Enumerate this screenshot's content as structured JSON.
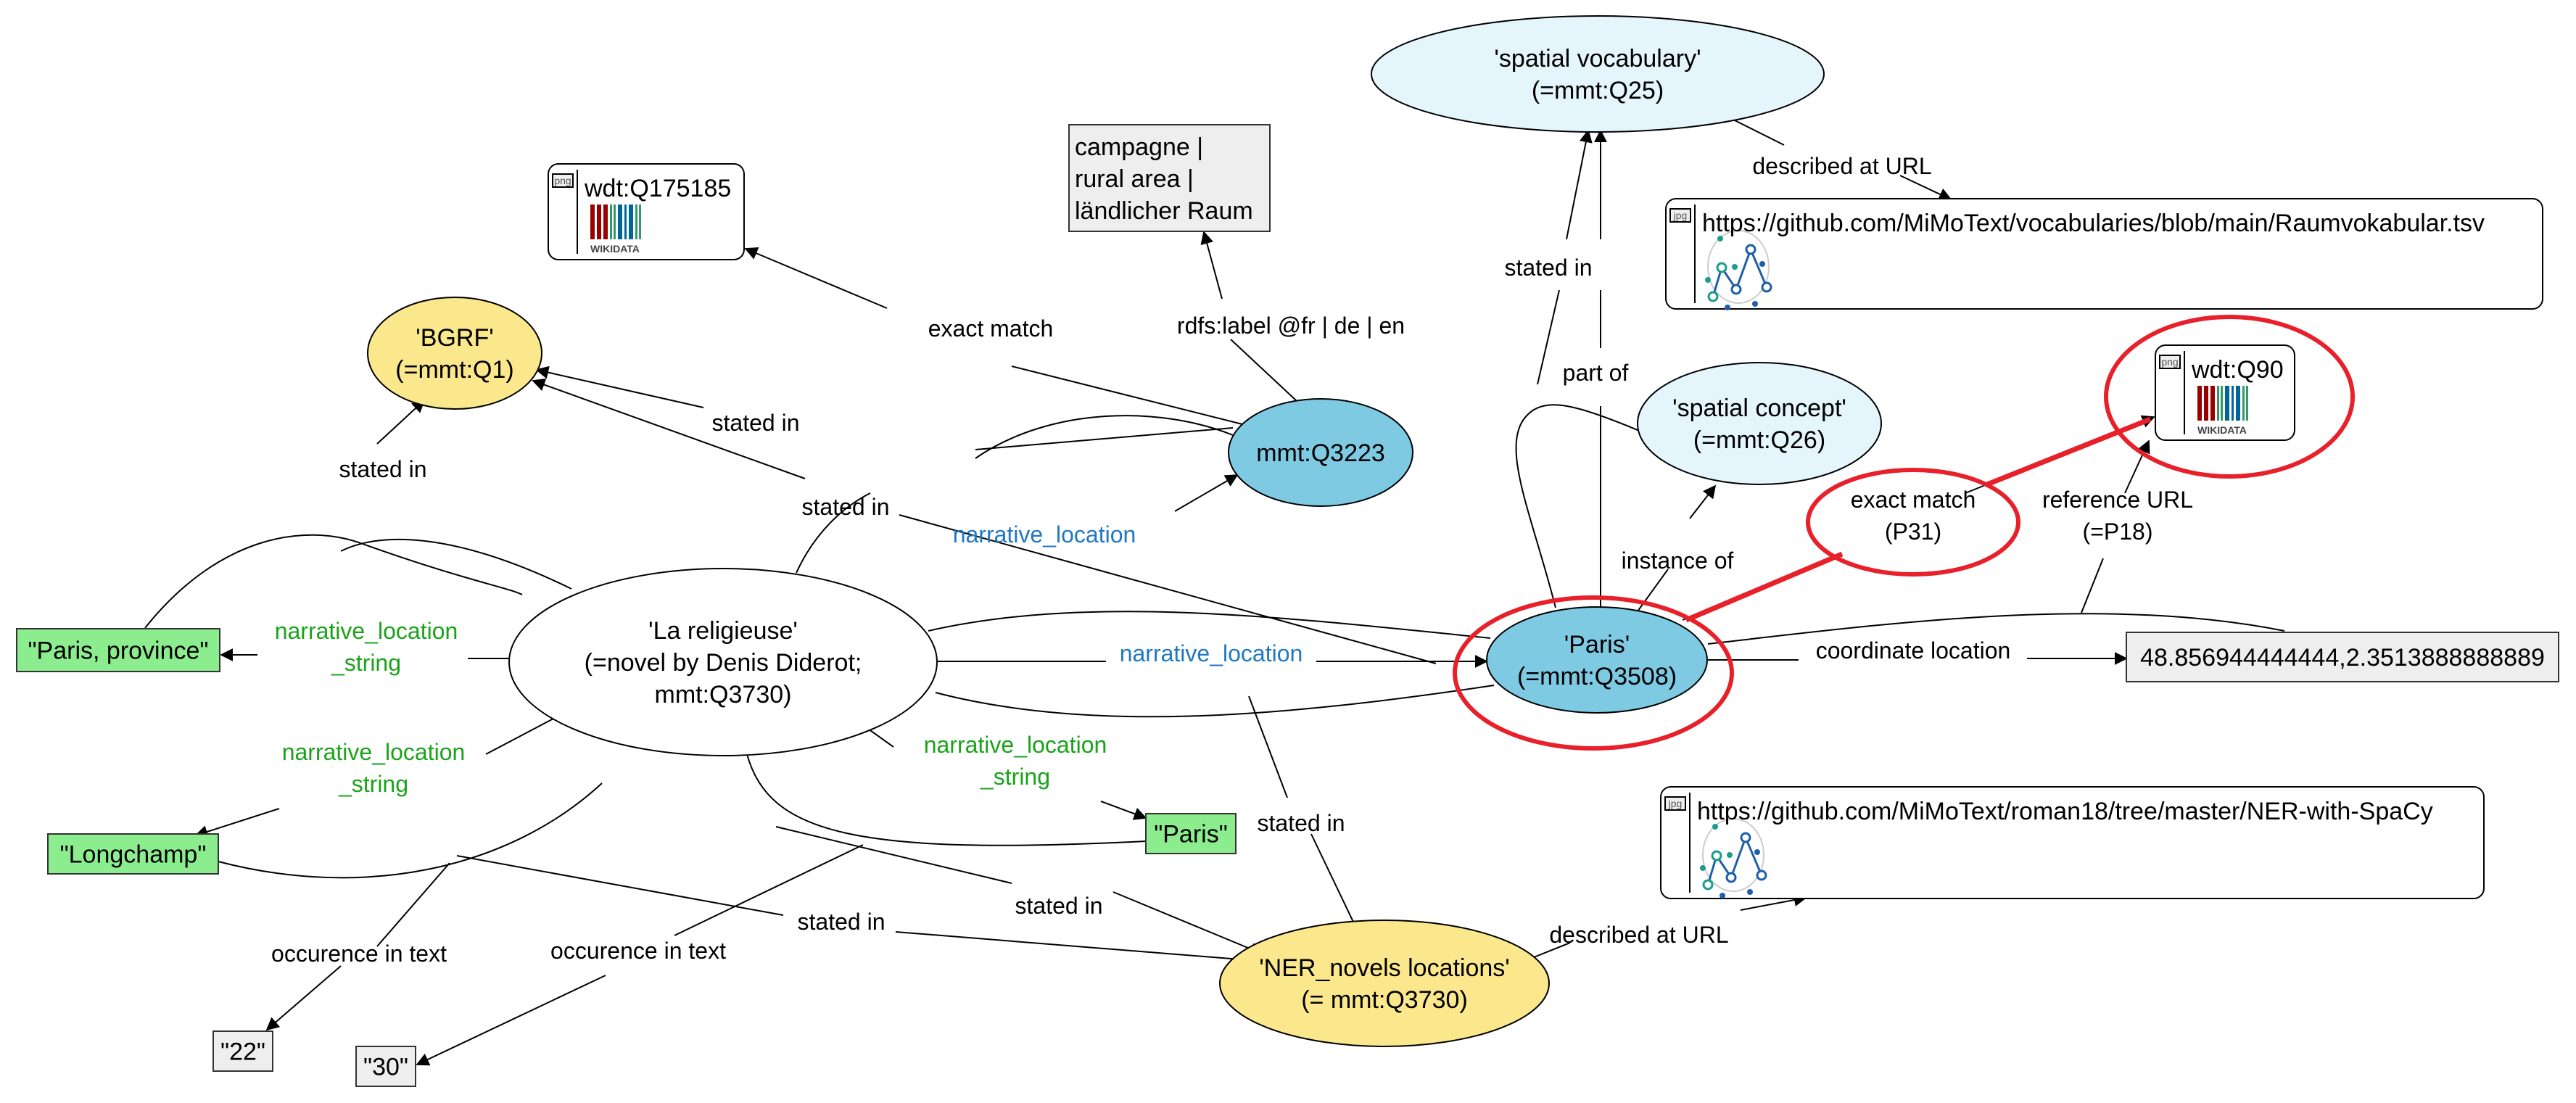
{
  "diagram": {
    "title": "La religieuse narrative location graph",
    "colors": {
      "yellow_node": "#fbe78c",
      "blue_node": "#7ecae3",
      "light_blue_node": "#e4f5fc",
      "white_node": "#ffffff",
      "string_literal": "#8ced8e",
      "plain_literal": "#eeeeee",
      "highlight_red": "#e8202a",
      "edge_blue_label": "#1f78c1",
      "edge_green_label": "#1aa31a",
      "wikidata_red": "#990000",
      "wikidata_green": "#339966",
      "wikidata_blue": "#006699"
    },
    "nodes": [
      {
        "id": "bgrf",
        "type": "ellipse",
        "style": "yellow_node",
        "lines": [
          "'BGRF'",
          "(=mmt:Q1)"
        ]
      },
      {
        "id": "la_religieuse",
        "type": "ellipse",
        "style": "white_node",
        "lines": [
          "'La religieuse'",
          "(=novel by Denis Diderot;",
          "mmt:Q3730)"
        ]
      },
      {
        "id": "mmt_q3223",
        "type": "ellipse",
        "style": "blue_node",
        "lines": [
          "mmt:Q3223"
        ]
      },
      {
        "id": "spatial_vocabulary",
        "type": "ellipse",
        "style": "light_blue_node",
        "lines": [
          "'spatial vocabulary'",
          "(=mmt:Q25)"
        ]
      },
      {
        "id": "spatial_concept",
        "type": "ellipse",
        "style": "light_blue_node",
        "lines": [
          "'spatial concept'",
          "(=mmt:Q26)"
        ]
      },
      {
        "id": "paris",
        "type": "ellipse",
        "style": "blue_node",
        "lines": [
          "'Paris'",
          "(=mmt:Q3508)"
        ],
        "highlighted": true
      },
      {
        "id": "ner_novels",
        "type": "ellipse",
        "style": "yellow_node",
        "lines": [
          "'NER_novels locations'",
          "(= mmt:Q3730)"
        ]
      },
      {
        "id": "paris_province",
        "type": "box",
        "style": "string_literal",
        "lines": [
          "\"Paris, province\""
        ]
      },
      {
        "id": "longchamp",
        "type": "box",
        "style": "string_literal",
        "lines": [
          "\"Longchamp\""
        ]
      },
      {
        "id": "paris_string",
        "type": "box",
        "style": "string_literal",
        "lines": [
          "\"Paris\""
        ]
      },
      {
        "id": "n22",
        "type": "box",
        "style": "plain_literal",
        "lines": [
          "\"22\""
        ]
      },
      {
        "id": "n30",
        "type": "box",
        "style": "plain_literal",
        "lines": [
          "\"30\""
        ]
      },
      {
        "id": "campagne",
        "type": "box",
        "style": "plain_literal",
        "lines": [
          "campagne |",
          "rural area |",
          "ländlicher Raum"
        ]
      },
      {
        "id": "coordinates",
        "type": "box",
        "style": "plain_literal",
        "lines": [
          "48.856944444444,2.3513888888889"
        ]
      },
      {
        "id": "wdt_q175185",
        "type": "image-box",
        "image_tag": "png",
        "image": "wikidata-logo",
        "image_caption": "WIKIDATA",
        "lines": [
          "wdt:Q175185"
        ]
      },
      {
        "id": "wdt_q90",
        "type": "image-box",
        "image_tag": "png",
        "image": "wikidata-logo",
        "image_caption": "WIKIDATA",
        "lines": [
          "wdt:Q90"
        ],
        "highlighted": true
      },
      {
        "id": "url_vocab",
        "type": "image-box",
        "image_tag": "jpg",
        "image": "mimotext-logo",
        "lines": [
          "https://github.com/MiMoText/vocabularies/blob/main/Raumvokabular.tsv"
        ]
      },
      {
        "id": "url_ner",
        "type": "image-box",
        "image_tag": "jpg",
        "image": "mimotext-logo",
        "lines": [
          "https://github.com/MiMoText/roman18/tree/master/NER-with-SpaCy"
        ]
      }
    ],
    "edge_labels": [
      {
        "id": "e_stated_bgrf_left",
        "lines": [
          "stated in"
        ],
        "color": "black"
      },
      {
        "id": "e_stated_bgrf_q3223",
        "lines": [
          "stated in"
        ],
        "color": "black"
      },
      {
        "id": "e_stated_bgrf_mid",
        "lines": [
          "stated in"
        ],
        "color": "black"
      },
      {
        "id": "e_exact_match_q175185",
        "lines": [
          "exact match"
        ],
        "color": "black"
      },
      {
        "id": "e_rdfs_label",
        "lines": [
          "rdfs:label @fr | de | en"
        ],
        "color": "black"
      },
      {
        "id": "e_narrative_location_q3223",
        "lines": [
          "narrative_location"
        ],
        "color": "blue"
      },
      {
        "id": "e_narrative_location_paris",
        "lines": [
          "narrative_location"
        ],
        "color": "blue"
      },
      {
        "id": "e_nls_paris_province",
        "lines": [
          "narrative_location",
          "_string"
        ],
        "color": "green"
      },
      {
        "id": "e_nls_longchamp",
        "lines": [
          "narrative_location",
          "_string"
        ],
        "color": "green"
      },
      {
        "id": "e_nls_paris",
        "lines": [
          "narrative_location",
          "_string"
        ],
        "color": "green"
      },
      {
        "id": "e_occurrence_22",
        "lines": [
          "occurence in text"
        ],
        "color": "black"
      },
      {
        "id": "e_occurrence_30",
        "lines": [
          "occurence in text"
        ],
        "color": "black"
      },
      {
        "id": "e_stated_ner_left",
        "lines": [
          "stated in"
        ],
        "color": "black"
      },
      {
        "id": "e_stated_ner_mid",
        "lines": [
          "stated in"
        ],
        "color": "black"
      },
      {
        "id": "e_stated_ner_paris",
        "lines": [
          "stated in"
        ],
        "color": "black"
      },
      {
        "id": "e_described_ner",
        "lines": [
          "described at URL"
        ],
        "color": "black"
      },
      {
        "id": "e_stated_vocab",
        "lines": [
          "stated in"
        ],
        "color": "black"
      },
      {
        "id": "e_part_of",
        "lines": [
          "part of"
        ],
        "color": "black"
      },
      {
        "id": "e_described_vocab",
        "lines": [
          "described at URL"
        ],
        "color": "black"
      },
      {
        "id": "e_instance_of",
        "lines": [
          "instance of"
        ],
        "color": "black"
      },
      {
        "id": "e_exact_match_p31",
        "lines": [
          "exact match",
          "(P31)"
        ],
        "color": "black",
        "highlighted": true
      },
      {
        "id": "e_reference_url",
        "lines": [
          "reference URL",
          "(=P18)"
        ],
        "color": "black"
      },
      {
        "id": "e_coordinate_location",
        "lines": [
          "coordinate location"
        ],
        "color": "black"
      }
    ]
  }
}
